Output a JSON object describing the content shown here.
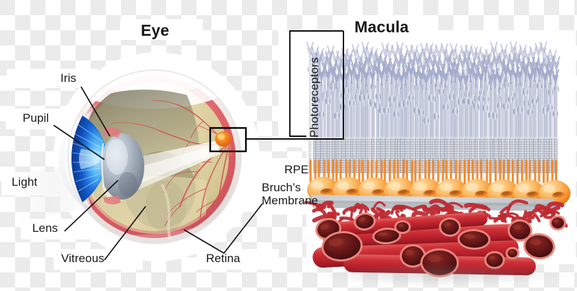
{
  "figure": {
    "kind": "anatomical-illustration",
    "subject": "Human eye cross-section with magnified macula / retinal layers",
    "background": "transparency-checkerboard"
  },
  "panels": {
    "left": {
      "title": "Eye",
      "labels": {
        "iris": "Iris",
        "pupil": "Pupil",
        "light": "Light",
        "lens": "Lens",
        "vitreous": "Vitreous",
        "retina": "Retina"
      }
    },
    "right": {
      "title": "Macula",
      "labels": {
        "photoreceptors": "Photoreceptors",
        "rpe": "RPE",
        "bruchs_membrane_line1": "Bruch’s",
        "bruchs_membrane_line2": "Membrane"
      }
    }
  },
  "colors": {
    "sclera_red": "#e2686a",
    "retina_cream": "#ded3a8",
    "retina_shadow": "#8e8a6d",
    "iris_blue": "#1667d8",
    "iris_glow": "#6fc4ff",
    "lens_gray": "#9aa3b0",
    "cornea_white": "#f2f2f4",
    "macula_orange": "#f47a21",
    "vessel_red": "#d9473f",
    "photoreceptor_lavender": "#aab0c8",
    "rpe_orange": "#f79433",
    "rpe_light": "#fbc678",
    "bruchs_gray": "#b9bcc0",
    "choroid_crimson": "#c2222f",
    "choroid_lumen": "#6d1a1c",
    "line_black": "#0d0d0d",
    "text_black": "#171717",
    "checker_light": "#ffffff",
    "checker_dark": "#ebebeb"
  }
}
